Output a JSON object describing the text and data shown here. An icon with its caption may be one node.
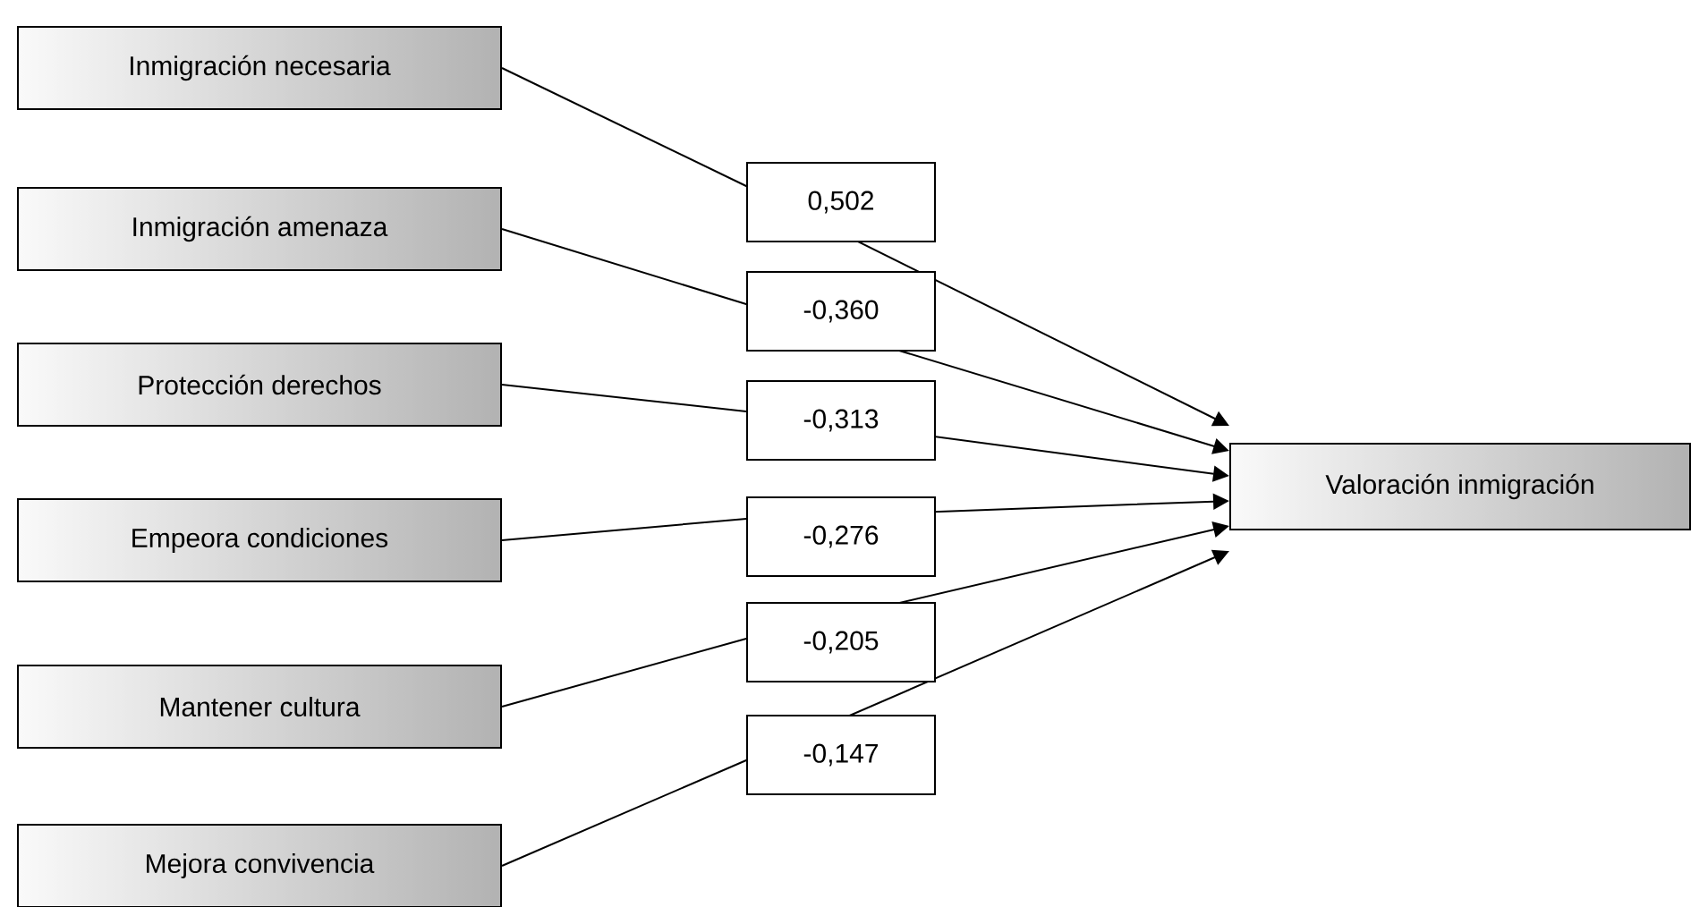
{
  "diagram": {
    "nodes": [
      {
        "text": [
          "Inmigración necesaria"
        ]
      },
      {
        "text": [
          "Inmigración amenaza"
        ]
      },
      {
        "text": [
          "Protección derechos"
        ]
      },
      {
        "text": [
          "Empeora condiciones"
        ]
      },
      {
        "text": [
          "Mantener cultura"
        ]
      },
      {
        "text": [
          "Mejora convivencia"
        ]
      },
      {
        "text": [
          "Valoración inmigración"
        ]
      }
    ],
    "edges": [
      {
        "from": 0,
        "to": 6,
        "arrow": "to",
        "label": "0,502"
      },
      {
        "from": 1,
        "to": 6,
        "arrow": "to",
        "label": "-0,360"
      },
      {
        "from": 2,
        "to": 6,
        "arrow": "to",
        "label": "-0,313"
      },
      {
        "from": 3,
        "to": 6,
        "arrow": "to",
        "label": "-0,276"
      },
      {
        "from": 4,
        "to": 6,
        "arrow": "to",
        "label": "-0,205"
      },
      {
        "from": 5,
        "to": 6,
        "arrow": "to",
        "label": "-0,147"
      }
    ]
  }
}
